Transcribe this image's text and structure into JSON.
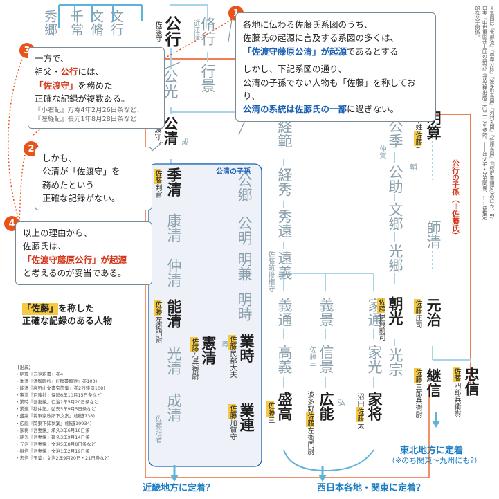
{
  "names": {
    "hidesato": "秀郷",
    "chitsune": "千常",
    "fumiyasu": "文脩",
    "fumiyuki": "文行",
    "kinyuki": "公行",
    "nobuyuki": "脩行",
    "kinmitsu": "公光",
    "yukikage": "行景",
    "kinkiyo": "公清",
    "suekiyo": "季清",
    "yasukiyo": "康清",
    "nakakiyo": "仲清",
    "yoshikiyo": "能清",
    "norikiyo": "憲清",
    "mitsukiyo": "光清",
    "narikiyo": "成清",
    "kinsato": "公郷",
    "kinaki": "公明",
    "akikane": "明兼",
    "akitoki": "明時",
    "naritoki": "業時",
    "naritsura": "業連",
    "tsunenori": "経範",
    "tsunehide": "経秀",
    "hidetoo": "秀遠",
    "tooyoshi": "遠義",
    "yoshimichi": "義通",
    "takayoshi": "高義",
    "moritaka": "盛高",
    "yoshikage": "義景",
    "nobukage": "信景",
    "hiroyoshi": "広能",
    "iemichi": "家通",
    "iemitsu": "家光",
    "iemasa": "家将",
    "kinsue": "公季",
    "kinsuke": "公助",
    "fumisato": "文郷",
    "mitsusato": "光郷",
    "tomomitsu": "朝光",
    "mitsumune": "光宗",
    "akikazu": "明算",
    "morokiyo": "師清",
    "motoharu": "元治",
    "tsugunobu": "継信",
    "tadanobu": "忠信"
  },
  "notes": {
    "sado": "佐渡守",
    "omi": "近江掾",
    "sado_q": "佐渡守？",
    "sei": "成",
    "satou": "佐藤",
    "hangan": "判官",
    "sae_mon": "左衛門尉",
    "uhyoe": "右兵衛尉",
    "gi": "義",
    "minbu": "民部大夫",
    "kaga": "加賀守",
    "kan": "冠者",
    "chikugo": "佐藤筑後権守",
    "san": "三",
    "hatano": "波多野",
    "hatano_sae": "左衛門尉",
    "ko": "弘",
    "numata": "沼田",
    "ta": "太",
    "iga": "伊賀前司",
    "chuga": "仲賀",
    "ho": "輔",
    "zokusei": "俗姓",
    "shoji": "庄司",
    "saburo_hyoe": "三郎兵衛尉",
    "shiro_hyoe": "四郎兵衛尉"
  },
  "labels": {
    "kinkiyo_sons": "公清の子孫",
    "kinyuki_sons": "公行の子孫（＝佐藤氏）"
  },
  "annotations": {
    "a1": {
      "num": "1",
      "l1": "各地に伝わる佐藤氏系図のうち、",
      "l2": "佐藤氏の起源に言及する系図の多くは、",
      "l3a": "「佐渡守藤原公清」が起源",
      "l3b": "であるとする。",
      "l4": "しかし、下記系図の通り、",
      "l5": "公清の子孫でない人物も「佐藤」を称しており、",
      "l6a": "公清の系統は佐藤氏の一部",
      "l6b": "に過ぎない。"
    },
    "a3": {
      "num": "3",
      "l1": "一方で、",
      "l2a": "祖父・",
      "l2b": "公行",
      "l2c": "には、",
      "l3a": "「佐渡守」",
      "l3b": "を務めた",
      "l4": "正確な記録が複数ある。",
      "s1": "『小右記』万寿4年2月26日条など、",
      "s2": "『左経記』長元1年8月28日条など"
    },
    "a2": {
      "num": "2",
      "l1": "しかも、",
      "l2": "公清が「佐渡守」を",
      "l3": "務めたという",
      "l4": "正確な記録がない。"
    },
    "a4": {
      "num": "4",
      "l1": "以上の理由から、",
      "l2": "佐藤氏は、",
      "l3": "「佐渡守藤原公行」が起源",
      "l4": "と考えるのが妥当である。"
    }
  },
  "legend": {
    "hl": "「佐藤」",
    "rest1": "を称した",
    "line2": "正確な記録のある人物"
  },
  "sources": {
    "title": "【出典】",
    "items": [
      "・明算『元亨釈書』巻4",
      "・季清『清獬眼抄』(『群書類従』巻108)",
      "・能清『高野山文書宝簡集』巻27(鎌遺108)",
      "・憲清『百錬抄』保延6年10月15日条など",
      "・業時『吾妻鏡』仁治2年5月20日条など",
      "・業連『勘仲記』弘安5年9月5日条など",
      "・盛高『将軍家政所下文案』(鎌遺738)",
      "・広能『関東下知状案』(鎌遺19934)",
      "・家将『吾妻鏡』承久3年6月18日条",
      "・朝光『吾妻鏡』建久3年9月14日条",
      "・元治『吾妻鏡』文治5年8月8日条など",
      "・継信『吾妻鏡』文治1年2月19日条",
      "・忠信『玉葉』文治2年9月20日・21日条など"
    ]
  },
  "regions": {
    "kinki": "近畿地方に定着？",
    "west": "西日本各地・関東に定着？",
    "tohoku": "東北地方に定着",
    "tohoku_sub": "（※のち関東〜九州にも?）"
  },
  "right_note": "※系図は『秀郷流』『尊卑分脉』『波多野系図』『河村系図』『佐藤系図』(『続群書類従』)のほか、野口実『中世東国武士団の研究』(戎光祥出版)二〇二一)を参照。――は父子・兄弟関係、……は推定的な父子関係。",
  "colors": {
    "accent": "#e8531a",
    "highlight": "#f6c945",
    "blue": "#1a5fb4",
    "red": "#d3381c",
    "line": "#b8dbe8"
  }
}
